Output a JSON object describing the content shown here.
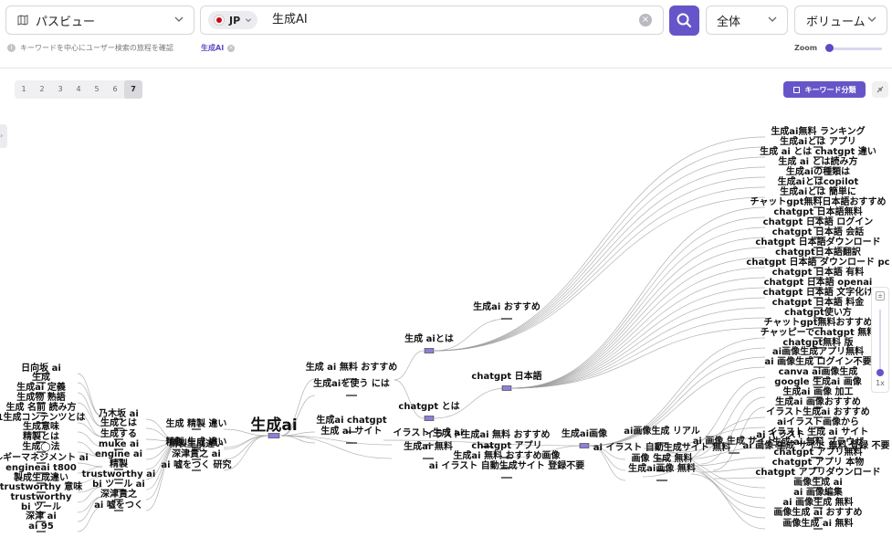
{
  "toolbar": {
    "view_select": "パスビュー",
    "country": "JP",
    "search_value": "生成AI",
    "clear": "×",
    "scope_select": "全体",
    "sort_select": "ボリューム"
  },
  "hint": "キーワードを中心にユーザー検索の旅程を確認",
  "chip": {
    "label": "生成AI",
    "remove": "×"
  },
  "zoom": {
    "label": "Zoom",
    "level": 0.05
  },
  "steps": {
    "items": [
      "1",
      "2",
      "3",
      "4",
      "5",
      "6",
      "7"
    ],
    "active": "7"
  },
  "keyword_button": "キーワード分類",
  "vertical_zoom": {
    "fit": "±",
    "value": "1x"
  },
  "colors": {
    "accent": "#6655c8",
    "node": "#8c80d8"
  },
  "graph": {
    "center": "生成ai",
    "left_far": [
      "日向坂 ai",
      "生成",
      "生成ai 定義",
      "生成物 熟語",
      "生成 名前 読み方",
      "1生成コンテンツとは",
      "生成意味",
      "精製とは",
      "生成◯法",
      "ルギーマネジメント ai",
      "engineai t800",
      "製成生成違い",
      "trustworthy 意味",
      "trustworthy",
      "bi ツール",
      "深津 ai",
      "ai 95"
    ],
    "left_mid": [
      "乃木坂 ai",
      "生成とは",
      "生成する",
      "muke ai",
      "engine ai",
      "精製",
      "trustworthy ai",
      "bi ツール ai",
      "深津貴之",
      "ai 嘘をつく"
    ],
    "left_near": [
      "生成 精製 違い",
      "精製 生成 違い",
      "精製生成違い",
      "深津貴之 ai",
      "ai 嘘をつく 研究"
    ],
    "mid": [
      "生成 ai 無料 おすすめ",
      "生成aiを使う には",
      "生成ai chatgpt",
      "生成 ai サイト",
      "イラスト 生成 ai",
      "生成ai 無料",
      "生成 aiとは",
      "chatgpt とは",
      "生成ai おすすめ",
      "chatgpt 日本語",
      "イラスト生成ai 無料 おすすめ",
      "chatgpt アプリ",
      "生成ai 無料 おすすめ画像",
      "ai イラスト 自動生成サイト 登録不要",
      "生成ai画像",
      "ai画像生成 リアル",
      "ai イラスト 自動生成サイト 無料",
      "画像 生成 無料",
      "生成ai画像 無料",
      "ai 画像 生成 サイト",
      "ai イラスト",
      "ai 画像 生成 サイト 無料 登録 不要"
    ],
    "right": [
      "生成ai無料 ランキング",
      "生成aiとは アプリ",
      "生成 ai とは chatgpt 違い",
      "生成 ai とは読み方",
      "生成aiの種類は",
      "生成aiとはcopilot",
      "生成aiとは 簡単に",
      "チャットgpt無料日本語おすすめ",
      "chatgpt 日本語無料",
      "chatgpt 日本語 ログイン",
      "chatgpt 日本語 会話",
      "chatgpt 日本語ダウンロード",
      "chatgpt日本語翻訳",
      "chatgpt 日本語 ダウンロード pc",
      "chatgpt 日本語 有料",
      "chatgpt 日本語 openai",
      "chatgpt 日本語 文字化け",
      "chatgpt 日本語 料金",
      "chatgpt使い方",
      "チャットgpt無料おすすめ",
      "チャッピーでchatgpt 無料",
      "chatgpt無料 版",
      "ai画像生成アプリ無料",
      "ai 画像生成 ログイン不要",
      "canva ai画像生成",
      "google 生成ai 画像",
      "生成ai 画像 加工",
      "生成ai 画像おすすめ",
      "イラスト生成ai おすすめ",
      "aiイラスト画像から",
      "イラスト 生成 ai サイト",
      "生成 ai 無料 ブラウザ",
      "chatgpt アプリ無料",
      "chatgpt アプリ 本物",
      "chatgpt アプリダウンロード",
      "画像生成 ai",
      "ai 画像編集",
      "ai 画像生成 無料",
      "画像生成 ai おすすめ",
      "画像生成 ai 無料"
    ]
  }
}
